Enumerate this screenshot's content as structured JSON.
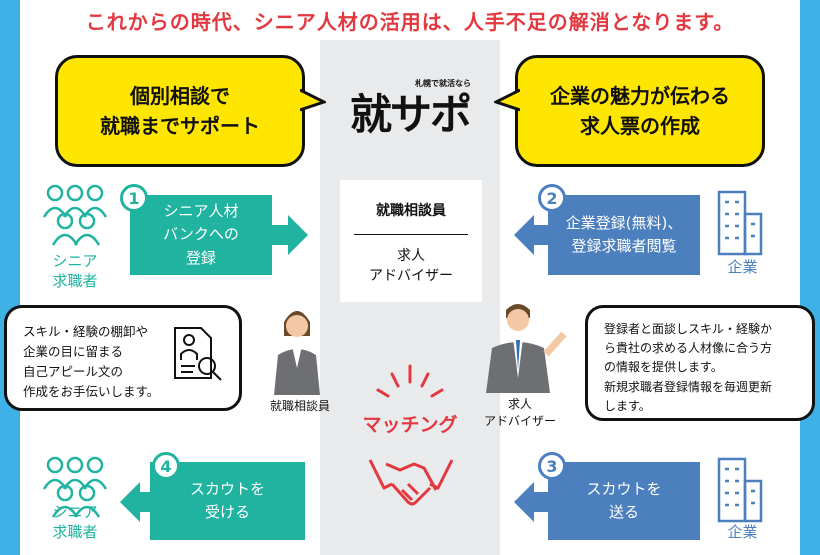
{
  "title": "これからの時代、シニア人材の活用は、人手不足の解消となります。",
  "bubble_left": {
    "line1": "個別相談で",
    "line2": "就職までサポート"
  },
  "bubble_right": {
    "line1": "企業の魅力が伝わる",
    "line2": "求人票の作成"
  },
  "logo": {
    "main": "就サポ",
    "tagline": "札幌で就活なら"
  },
  "center_box": {
    "role1": "就職相談員",
    "role2_line1": "求人",
    "role2_line2": "アドバイザー"
  },
  "steps": [
    {
      "num": "1",
      "line1": "シニア人材",
      "line2": "バンクへの",
      "line3": "登録"
    },
    {
      "num": "2",
      "line1": "企業登録(無料)、",
      "line2": "登録求職者閲覧"
    },
    {
      "num": "3",
      "line1": "スカウトを",
      "line2": "送る"
    },
    {
      "num": "4",
      "line1": "スカウトを",
      "line2": "受ける"
    }
  ],
  "seeker_label": {
    "line1": "シニア",
    "line2": "求職者"
  },
  "company_label": "企業",
  "counselor_bubble": [
    "スキル・経験の棚卸や",
    "企業の目に留まる",
    "自己アピール文の",
    "作成をお手伝いします。"
  ],
  "advisor_bubble": [
    "登録者と面談しスキル・経験か",
    "ら貴社の求める人材像に合う方",
    "の情報を提供します。",
    "新規求職者登録情報を毎週更新",
    "します。"
  ],
  "counselor_label": "就職相談員",
  "advisor_label": {
    "line1": "求人",
    "line2": "アドバイザー"
  },
  "matching": "マッチング",
  "colors": {
    "red": "#e3383f",
    "yellow": "#ffe600",
    "teal": "#20b39f",
    "blue": "#4b7fbe",
    "side": "#3eb1e6"
  }
}
